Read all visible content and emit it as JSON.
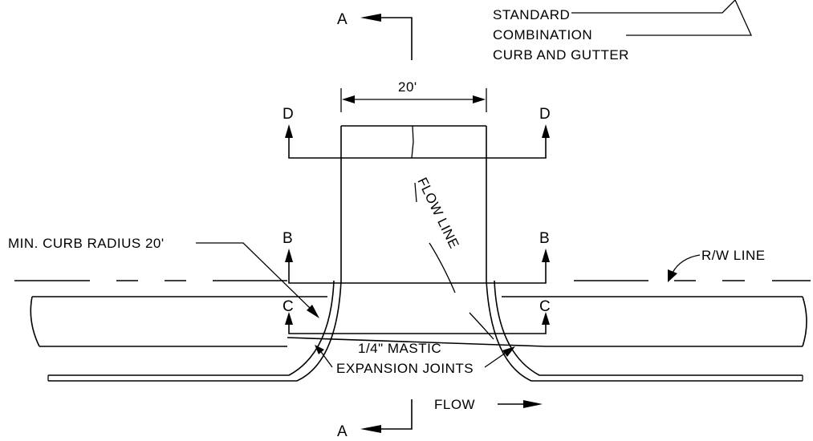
{
  "section_labels": {
    "a_top": "A",
    "a_bottom": "A",
    "d_left": "D",
    "d_right": "D",
    "b_left": "B",
    "b_right": "B",
    "c_left": "C",
    "c_right": "C"
  },
  "dimension": {
    "width_label": "20'"
  },
  "labels": {
    "curb_gutter_line1": "STANDARD",
    "curb_gutter_line2": "COMBINATION",
    "curb_gutter_line3": "CURB AND GUTTER",
    "curb_radius": "MIN. CURB RADIUS 20'",
    "rw_line": "R/W LINE",
    "flow_line": "FLOW LINE",
    "mastic_line1": "1/4\" MASTIC",
    "mastic_line2": "EXPANSION JOINTS",
    "flow": "FLOW"
  }
}
